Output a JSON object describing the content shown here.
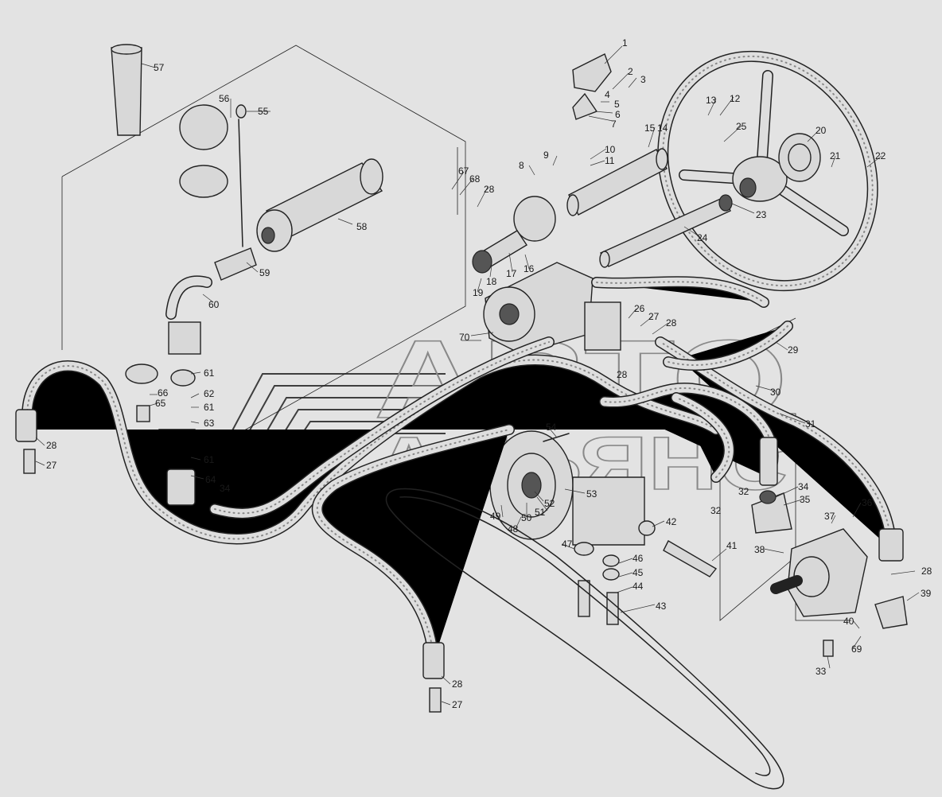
{
  "watermark": {
    "line1": "АВТО",
    "line2": "АЛЬЯНС"
  },
  "callouts": [
    {
      "id": "c1",
      "text": "1"
    },
    {
      "id": "c2",
      "text": "2"
    },
    {
      "id": "c3",
      "text": "3"
    },
    {
      "id": "c4",
      "text": "4"
    },
    {
      "id": "c5",
      "text": "5"
    },
    {
      "id": "c6",
      "text": "6"
    },
    {
      "id": "c7",
      "text": "7"
    },
    {
      "id": "c8",
      "text": "8"
    },
    {
      "id": "c9",
      "text": "9"
    },
    {
      "id": "c10",
      "text": "10"
    },
    {
      "id": "c11",
      "text": "11"
    },
    {
      "id": "c12",
      "text": "12"
    },
    {
      "id": "c13",
      "text": "13"
    },
    {
      "id": "c14",
      "text": "14"
    },
    {
      "id": "c15",
      "text": "15"
    },
    {
      "id": "c16",
      "text": "16"
    },
    {
      "id": "c17",
      "text": "17"
    },
    {
      "id": "c18",
      "text": "18"
    },
    {
      "id": "c19",
      "text": "19"
    },
    {
      "id": "c20",
      "text": "20"
    },
    {
      "id": "c21",
      "text": "21"
    },
    {
      "id": "c22",
      "text": "22"
    },
    {
      "id": "c23",
      "text": "23"
    },
    {
      "id": "c24",
      "text": "24"
    },
    {
      "id": "c25",
      "text": "25"
    },
    {
      "id": "c26",
      "text": "26"
    },
    {
      "id": "c27a",
      "text": "27"
    },
    {
      "id": "c27b",
      "text": "27"
    },
    {
      "id": "c27c",
      "text": "27"
    },
    {
      "id": "c28a",
      "text": "28"
    },
    {
      "id": "c28b",
      "text": "28"
    },
    {
      "id": "c28c",
      "text": "28"
    },
    {
      "id": "c28d",
      "text": "28"
    },
    {
      "id": "c28e",
      "text": "28"
    },
    {
      "id": "c28f",
      "text": "28"
    },
    {
      "id": "c29",
      "text": "29"
    },
    {
      "id": "c30",
      "text": "30"
    },
    {
      "id": "c31",
      "text": "31"
    },
    {
      "id": "c32a",
      "text": "32"
    },
    {
      "id": "c32b",
      "text": "32"
    },
    {
      "id": "c33",
      "text": "33"
    },
    {
      "id": "c34a",
      "text": "34"
    },
    {
      "id": "c34b",
      "text": "34"
    },
    {
      "id": "c35",
      "text": "35"
    },
    {
      "id": "c36",
      "text": "36"
    },
    {
      "id": "c37",
      "text": "37"
    },
    {
      "id": "c38",
      "text": "38"
    },
    {
      "id": "c39",
      "text": "39"
    },
    {
      "id": "c40",
      "text": "40"
    },
    {
      "id": "c41",
      "text": "41"
    },
    {
      "id": "c42",
      "text": "42"
    },
    {
      "id": "c43",
      "text": "43"
    },
    {
      "id": "c44",
      "text": "44"
    },
    {
      "id": "c45",
      "text": "45"
    },
    {
      "id": "c46",
      "text": "46"
    },
    {
      "id": "c47",
      "text": "47"
    },
    {
      "id": "c48",
      "text": "48"
    },
    {
      "id": "c49",
      "text": "49"
    },
    {
      "id": "c50",
      "text": "50"
    },
    {
      "id": "c51",
      "text": "51"
    },
    {
      "id": "c52",
      "text": "52"
    },
    {
      "id": "c53",
      "text": "53"
    },
    {
      "id": "c54",
      "text": "54"
    },
    {
      "id": "c55",
      "text": "55"
    },
    {
      "id": "c56",
      "text": "56"
    },
    {
      "id": "c57",
      "text": "57"
    },
    {
      "id": "c58",
      "text": "58"
    },
    {
      "id": "c59",
      "text": "59"
    },
    {
      "id": "c60",
      "text": "60"
    },
    {
      "id": "c61a",
      "text": "61"
    },
    {
      "id": "c61b",
      "text": "61"
    },
    {
      "id": "c61c",
      "text": "61"
    },
    {
      "id": "c62",
      "text": "62"
    },
    {
      "id": "c63",
      "text": "63"
    },
    {
      "id": "c64",
      "text": "64"
    },
    {
      "id": "c65",
      "text": "65"
    },
    {
      "id": "c66",
      "text": "66"
    },
    {
      "id": "c67",
      "text": "67"
    },
    {
      "id": "c68",
      "text": "68"
    },
    {
      "id": "c69",
      "text": "69"
    },
    {
      "id": "c70",
      "text": "70"
    }
  ]
}
